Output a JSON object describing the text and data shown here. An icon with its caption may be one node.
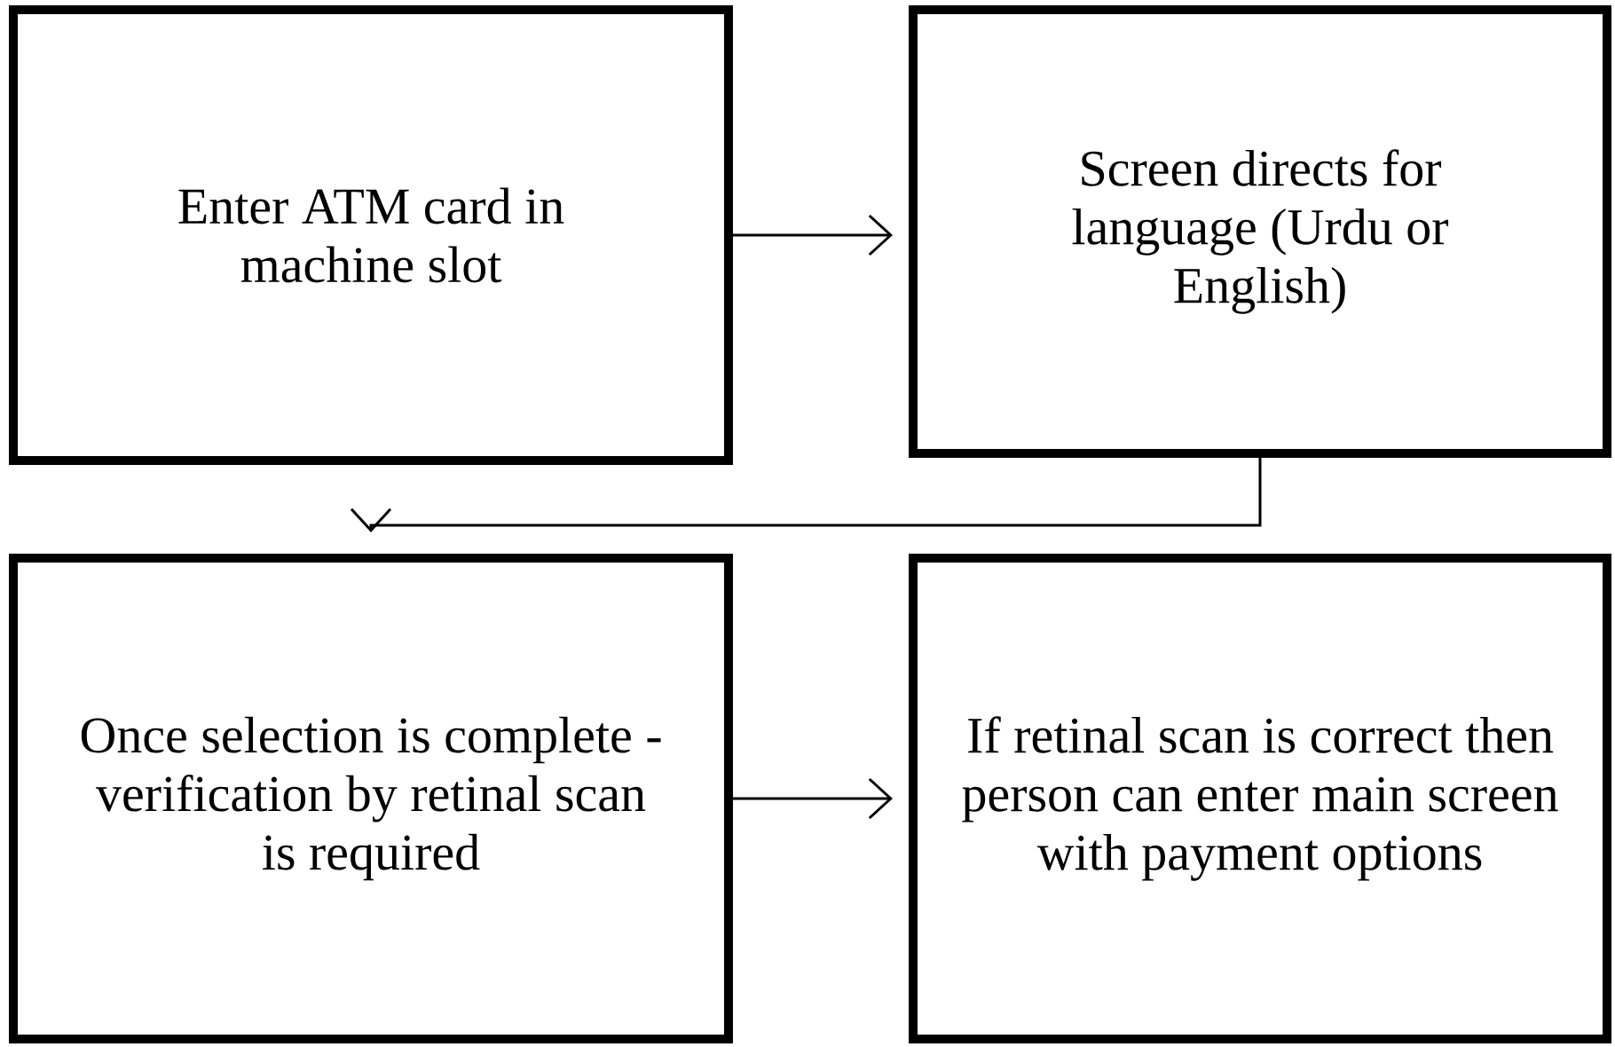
{
  "diagram": {
    "nodes": [
      {
        "text": [
          "Enter ATM card in machine slot"
        ]
      },
      {
        "text": [
          "Screen directs for language (Urdu or English)"
        ]
      },
      {
        "text": [
          "Once selection is complete - verification by retinal scan is required"
        ]
      },
      {
        "text": [
          "If retinal scan is correct then person can enter main screen with payment options"
        ]
      }
    ],
    "edges": [
      {
        "from": 0,
        "to": 1,
        "arrow": "to"
      },
      {
        "from": 1,
        "to": 2,
        "arrow": "to"
      },
      {
        "from": 2,
        "to": 3,
        "arrow": "to"
      }
    ]
  }
}
